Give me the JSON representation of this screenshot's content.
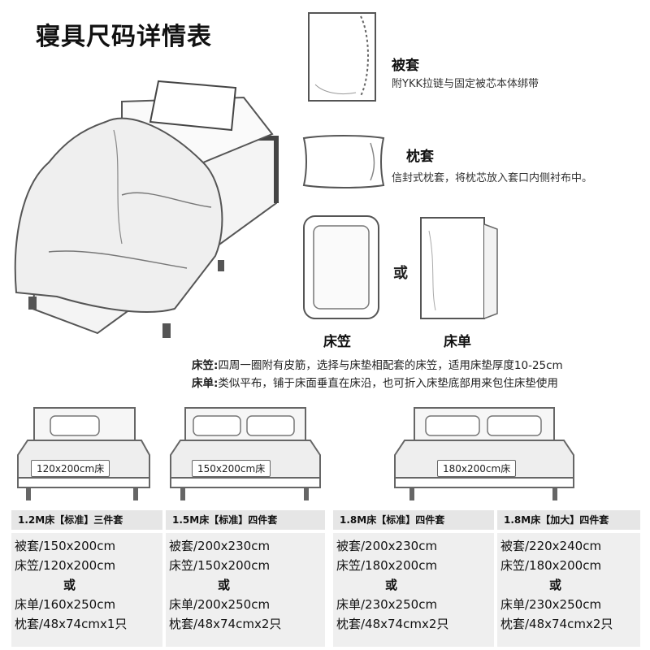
{
  "title": "寝具尺码详情表",
  "items": {
    "duvet": {
      "title": "被套",
      "desc": "附YKK拉链与固定被芯本体绑带"
    },
    "pillow": {
      "title": "枕套",
      "desc": "信封式枕套，将枕芯放入套口内侧衬布中。"
    },
    "or_label": "或",
    "fitted": {
      "title": "床笠"
    },
    "flat": {
      "title": "床单"
    }
  },
  "notes": {
    "fitted_label": "床笠:",
    "fitted_text": "四周一圈附有皮筋，选择与床垫相配套的床笠，适用床垫厚度10-25cm",
    "flat_label": "床单:",
    "flat_text": "类似平布，铺于床面垂直在床沿，也可折入床垫底部用来包住床垫使用"
  },
  "beds": [
    "120x200cm床",
    "150x200cm床",
    "180x200cm床"
  ],
  "sets": [
    {
      "header": "1.2M床【标准】三件套",
      "duvet": "被套/150x200cm",
      "fitted": "床笠/120x200cm",
      "or": "或",
      "flat": "床单/160x250cm",
      "pillow": "枕套/48x74cmx1只"
    },
    {
      "header": "1.5M床【标准】四件套",
      "duvet": "被套/200x230cm",
      "fitted": "床笠/150x200cm",
      "or": "或",
      "flat": "床单/200x250cm",
      "pillow": "枕套/48x74cmx2只"
    },
    {
      "header": "1.8M床【标准】四件套",
      "duvet": "被套/200x230cm",
      "fitted": "床笠/180x200cm",
      "or": "或",
      "flat": "床单/230x250cm",
      "pillow": "枕套/48x74cmx2只"
    },
    {
      "header": "1.8M床【加大】四件套",
      "duvet": "被套/220x240cm",
      "fitted": "床笠/180x200cm",
      "or": "或",
      "flat": "床单/230x250cm",
      "pillow": "枕套/48x74cmx2只"
    }
  ]
}
